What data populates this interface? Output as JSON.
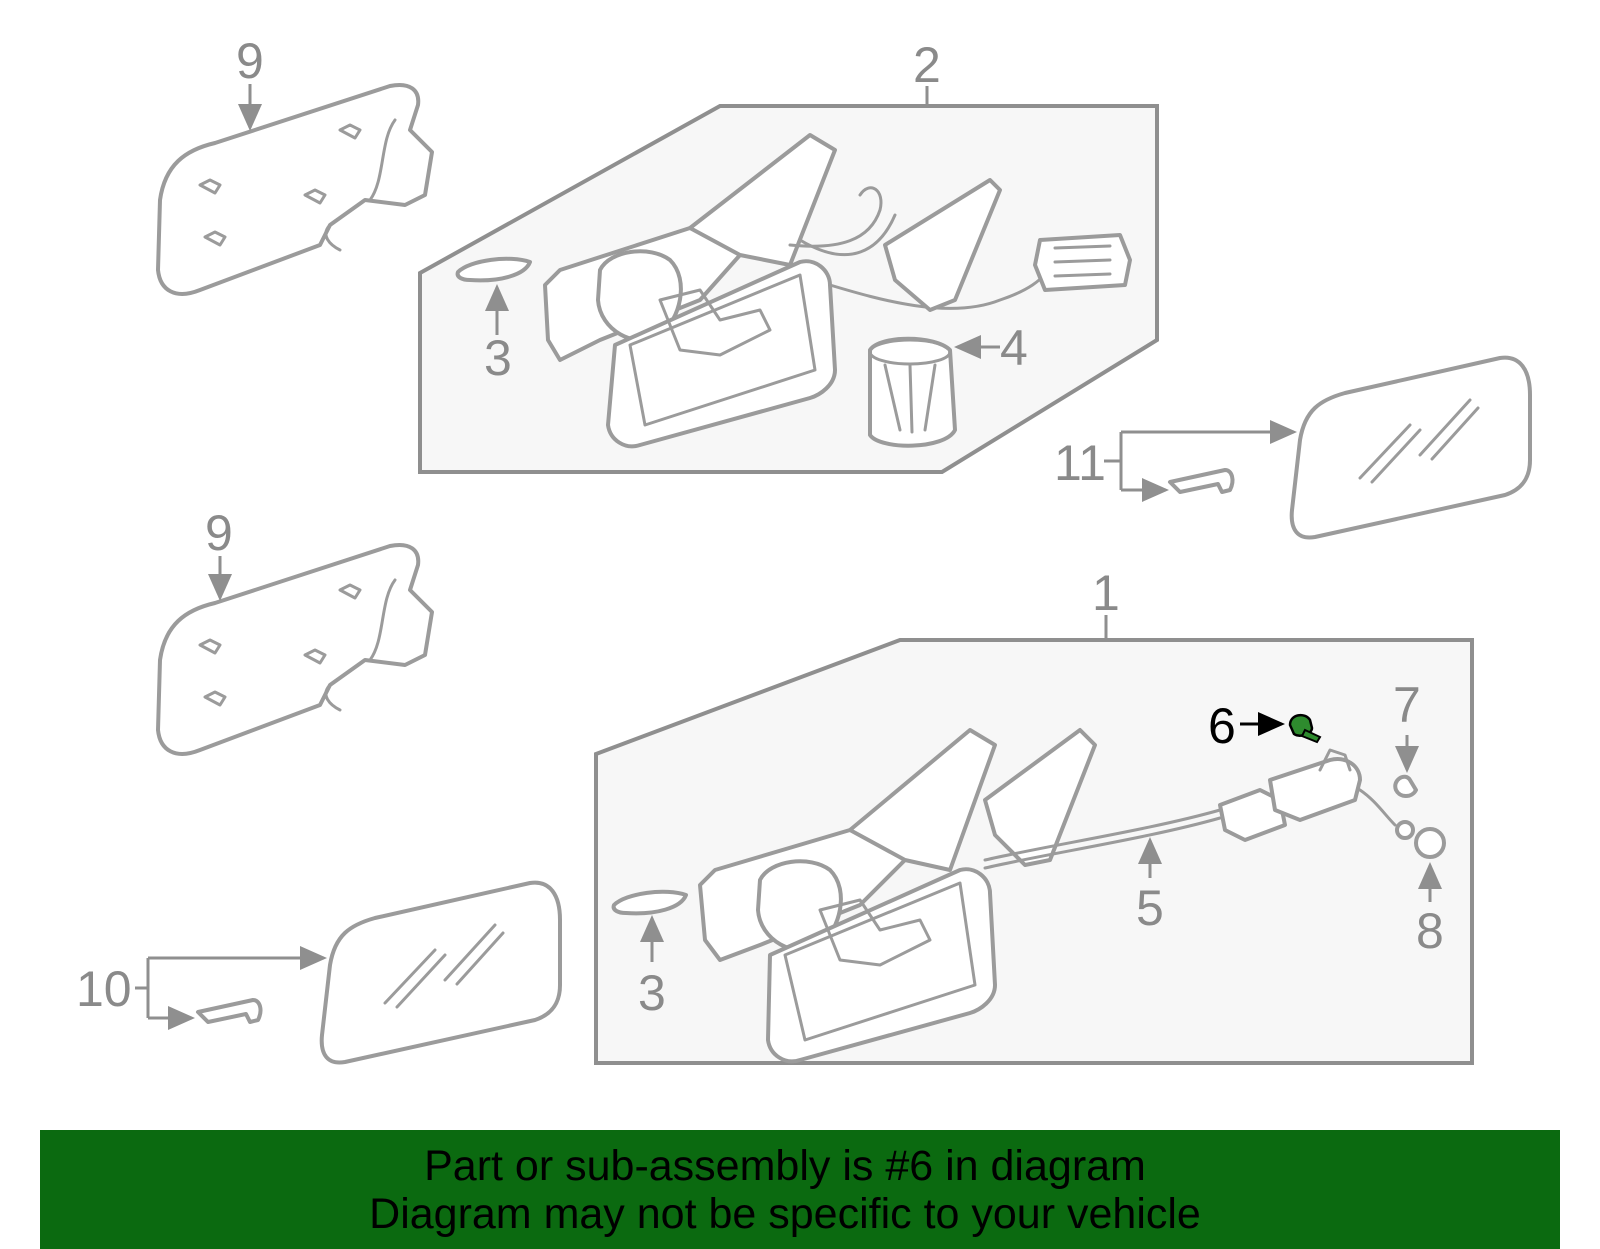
{
  "callouts": {
    "c1": "1",
    "c2": "2",
    "c3a": "3",
    "c3b": "3",
    "c4": "4",
    "c5": "5",
    "c6": "6",
    "c7": "7",
    "c8": "8",
    "c9a": "9",
    "c9b": "9",
    "c10": "10",
    "c11": "11"
  },
  "highlight_part": "6",
  "colors": {
    "banner_bg": "#0b6a10",
    "highlight_part": "#2e8b2e",
    "lines": "#9b9b9b"
  },
  "banner": {
    "line1": "Part or sub-assembly is #6 in diagram",
    "line2": "Diagram may not be specific to your vehicle"
  }
}
